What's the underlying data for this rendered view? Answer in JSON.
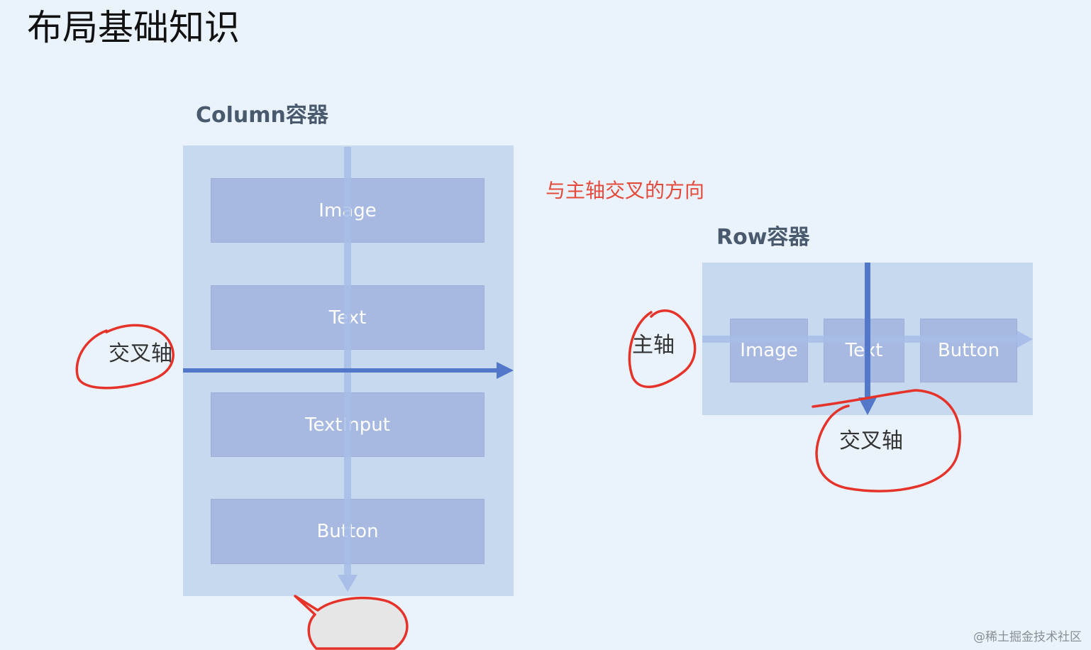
{
  "title": "布局基础知识",
  "column": {
    "label": "Column容器",
    "items": [
      "Image",
      "Text",
      "TextInput",
      "Button"
    ],
    "cross_axis_label": "交叉轴"
  },
  "note": "与主轴交叉的方向",
  "row": {
    "label": "Row容器",
    "items": [
      "Image",
      "Text",
      "Button"
    ],
    "main_axis_label": "主轴",
    "cross_axis_label": "交叉轴"
  },
  "watermark": "@稀土掘金技术社区",
  "colors": {
    "background": "#EAF3FC",
    "panel": "#C6D9EF",
    "item": "#A7B9E0",
    "axis_strong": "#5478C9",
    "axis_faint": "#A9BEE8",
    "annotation_red": "#E5332A"
  }
}
